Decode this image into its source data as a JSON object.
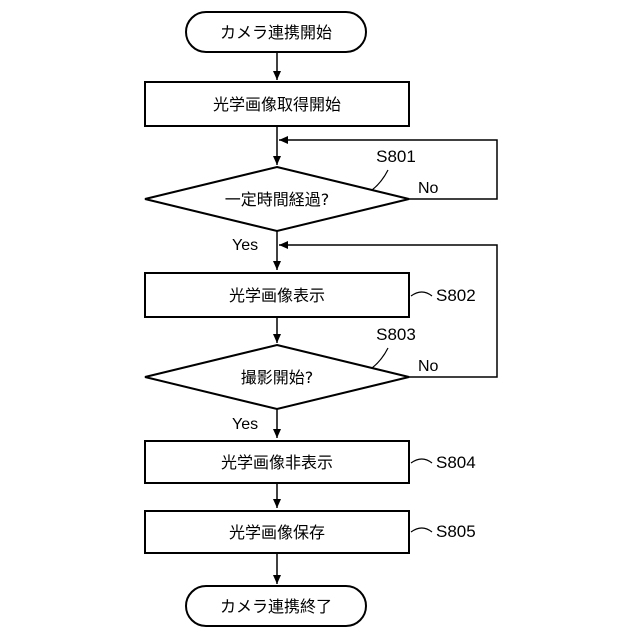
{
  "nodes": {
    "start": "カメラ連携開始",
    "optical_start": "光学画像取得開始",
    "decision_time": "一定時間経過?",
    "optical_show": "光学画像表示",
    "decision_shoot": "撮影開始?",
    "optical_hide": "光学画像非表示",
    "optical_save": "光学画像保存",
    "end": "カメラ連携終了"
  },
  "steps": {
    "s801": "S801",
    "s802": "S802",
    "s803": "S803",
    "s804": "S804",
    "s805": "S805"
  },
  "branches": {
    "yes_1": "Yes",
    "no_1": "No",
    "yes_2": "Yes",
    "no_2": "No"
  }
}
